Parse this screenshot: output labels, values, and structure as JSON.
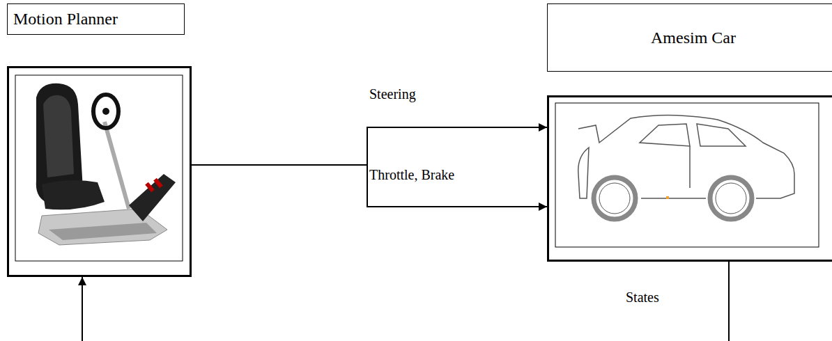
{
  "diagram": {
    "nodes": [
      {
        "text": [
          "Motion Planner"
        ]
      },
      {
        "text": [
          "Amesim Car"
        ]
      }
    ],
    "edges": [
      {
        "from": 0,
        "to": 1,
        "label": "Steering",
        "arrow": "to"
      },
      {
        "from": 0,
        "to": 1,
        "label": "Throttle, Brake",
        "arrow": "to"
      },
      {
        "from": 1,
        "to": 0,
        "label": "States",
        "arrow": "to"
      }
    ]
  }
}
